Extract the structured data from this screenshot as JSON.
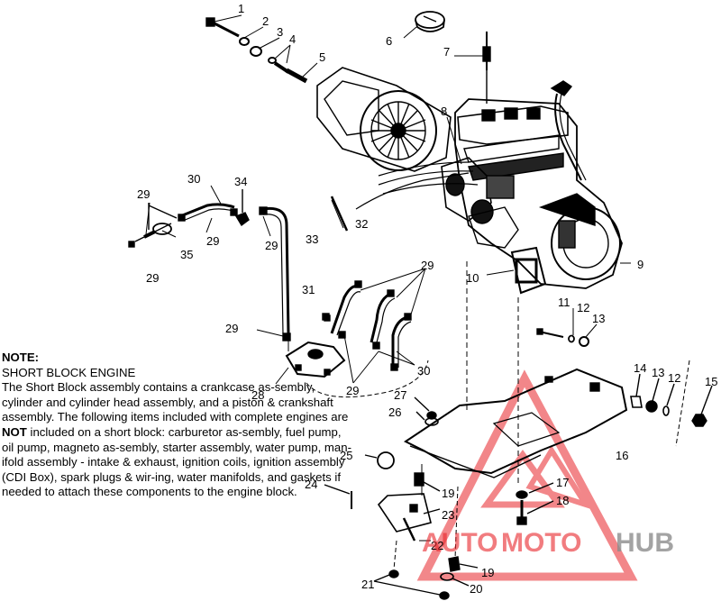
{
  "labels": {
    "l1": "1",
    "l2": "2",
    "l3": "3",
    "l4": "4",
    "l5": "5",
    "l6": "6",
    "l7": "7",
    "l8": "8",
    "l9": "9",
    "l10": "10",
    "l11": "11",
    "l12a": "12",
    "l12b": "12",
    "l13a": "13",
    "l13b": "13",
    "l14": "14",
    "l15": "15",
    "l16": "16",
    "l17": "17",
    "l18": "18",
    "l19a": "19",
    "l19b": "19",
    "l20": "20",
    "l21": "21",
    "l22": "22",
    "l23": "23",
    "l24": "24",
    "l25": "25",
    "l26": "26",
    "l27": "27",
    "l28": "28",
    "l29a": "29",
    "l29b": "29",
    "l29c": "29",
    "l29d": "29",
    "l29e": "29",
    "l29f": "29",
    "l29g": "29",
    "l30a": "30",
    "l30b": "30",
    "l31": "31",
    "l32": "32",
    "l33": "33",
    "l34": "34",
    "l35": "35"
  },
  "note": {
    "title": "NOTE:",
    "subtitle": "SHORT BLOCK ENGINE",
    "body_1": "The Short Block assembly contains a crankcase as-sembly, cylinder and cylinder head assembly, and a piston & crankshaft assembly.  The following items included with complete engines are ",
    "body_not": "NOT",
    "body_2": " included on a short block:  carburetor as-sembly, fuel pump, oil pump, magneto as-sembly, starter assembly, water pump, man-ifold assembly - intake & exhaust, ignition coils, ignition assembly (CDI Box), spark plugs & wir-ing, water manifolds, and gaskets if needed to attach these components to the engine block."
  },
  "watermark": {
    "text_auto": "AUTO",
    "text_moto": "MOTO",
    "text_hub": "HUB",
    "color_red": "#e8252a",
    "color_gray": "#8c8c8c"
  }
}
